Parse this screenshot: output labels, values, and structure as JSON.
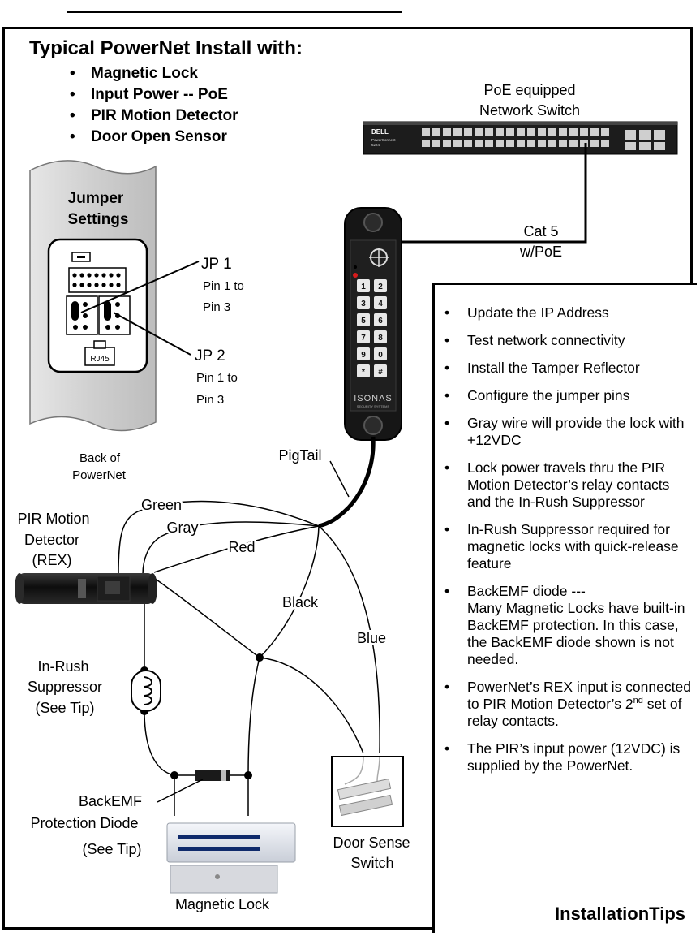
{
  "title": "Typical PowerNet Install with:",
  "features": [
    "Magnetic Lock",
    "Input Power -- PoE",
    "PIR Motion Detector",
    "Door Open Sensor"
  ],
  "switch": {
    "label_line1": "PoE equipped",
    "label_line2": "Network Switch",
    "brand": "DELL",
    "model_line1": "PowerConnect",
    "model_line2": "6224"
  },
  "cable": {
    "line1": "Cat 5",
    "line2": "w/PoE"
  },
  "jumper": {
    "title_line1": "Jumper",
    "title_line2": "Settings",
    "jp1": "JP 1",
    "jp1_pins_line1": "Pin 1 to",
    "jp1_pins_line2": "Pin 3",
    "jp2": "JP 2",
    "jp2_pins_line1": "Pin 1 to",
    "jp2_pins_line2": "Pin 3",
    "rj45": "RJ45",
    "back_line1": "Back of",
    "back_line2": "PowerNet"
  },
  "keypad": {
    "keys": [
      "1",
      "2",
      "3",
      "4",
      "5",
      "6",
      "7",
      "8",
      "9",
      "0",
      "*",
      "#"
    ],
    "brand": "ISONAS",
    "brand_sub": "SECURITY SYSTEMS"
  },
  "wires": {
    "pigtail": "PigTail",
    "green": "Green",
    "gray": "Gray",
    "red": "Red",
    "black": "Black",
    "blue": "Blue"
  },
  "pir": {
    "line1": "PIR Motion",
    "line2": "Detector",
    "line3": "(REX)"
  },
  "inrush": {
    "line1": "In-Rush",
    "line2": "Suppressor",
    "line3": "(See Tip)"
  },
  "diode": {
    "line1": "BackEMF",
    "line2": "Protection Diode",
    "line3": "(See Tip)"
  },
  "door_sense": {
    "line1": "Door Sense",
    "line2": "Switch"
  },
  "maglock": "Magnetic Lock",
  "tips": {
    "title": "InstallationTips",
    "items": [
      "Update the IP Address",
      "Test network connectivity",
      "Install the Tamper Reflector",
      "Configure the jumper pins",
      "Gray wire will provide the lock with +12VDC",
      "Lock power travels thru the PIR Motion Detector’s relay contacts and the In-Rush Suppressor",
      "In-Rush Suppressor required for magnetic locks with quick-release feature",
      "BackEMF diode ---",
      "Many Magnetic Locks have built-in BackEMF protection. In this case, the BackEMF diode shown is not needed.",
      "PowerNet’s REX input is connected to PIR Motion Detector’s 2",
      "nd",
      " set of relay contacts.",
      "The PIR’s input power (12VDC) is supplied by the PowerNet."
    ]
  }
}
